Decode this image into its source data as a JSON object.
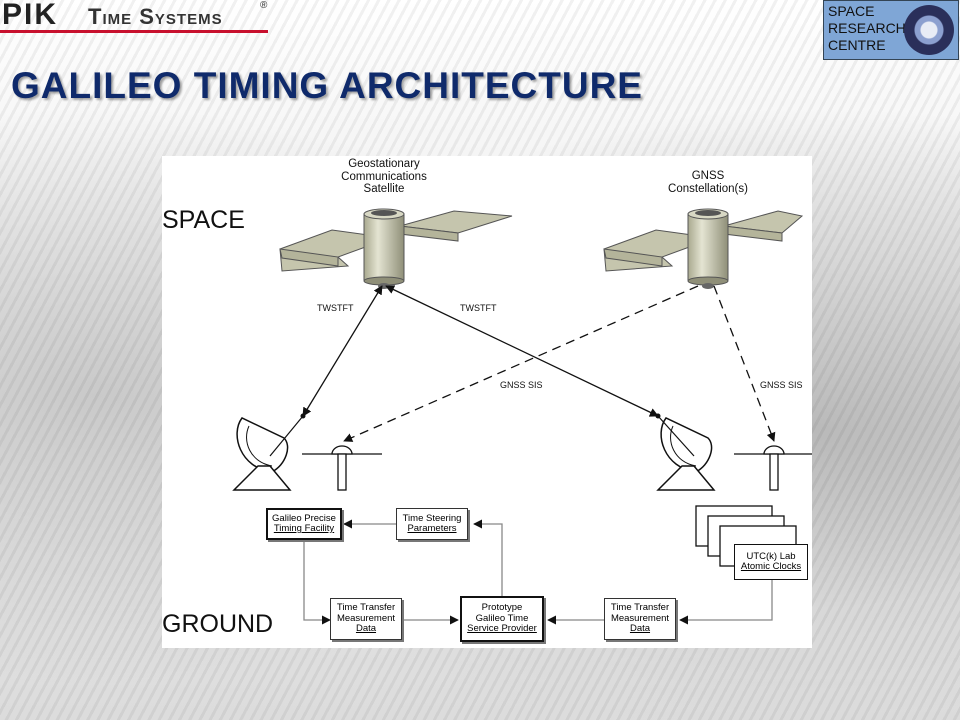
{
  "logos": {
    "pik": {
      "name": "PIK",
      "subtitle": "Time Systems",
      "reg_mark": "®"
    },
    "src": {
      "lines": [
        "SPACE",
        "RESEARCH",
        "CENTRE"
      ]
    }
  },
  "slide": {
    "title": "Galileo Timing Architecture"
  },
  "diagram": {
    "sections": {
      "space": "SPACE",
      "ground": "GROUND"
    },
    "satellites": {
      "geo": [
        "Geostationary",
        "Communications",
        "Satellite"
      ],
      "gnss": [
        "GNSS",
        "Constellation(s)"
      ]
    },
    "links": {
      "twstft_left": "TWSTFT",
      "twstft_right": "TWSTFT",
      "gnss_sis_center": "GNSS SIS",
      "gnss_sis_right": "GNSS SIS"
    },
    "boxes": {
      "precise_timing": [
        "Galileo Precise",
        "Timing Facility"
      ],
      "time_steering": [
        "Time Steering",
        "Parameters"
      ],
      "ttmd_left": [
        "Time Transfer",
        "Measurement",
        "Data"
      ],
      "prototype": [
        "Prototype",
        "Galileo Time",
        "Service Provider"
      ],
      "ttmd_right": [
        "Time Transfer",
        "Measurement",
        "Data"
      ],
      "utc_lab": [
        "UTC(k) Lab",
        "Atomic Clocks"
      ]
    }
  },
  "colors": {
    "title": "#0f2a6b",
    "accent": "#c8102e",
    "src_logo_bg": "#7fa6d6"
  }
}
